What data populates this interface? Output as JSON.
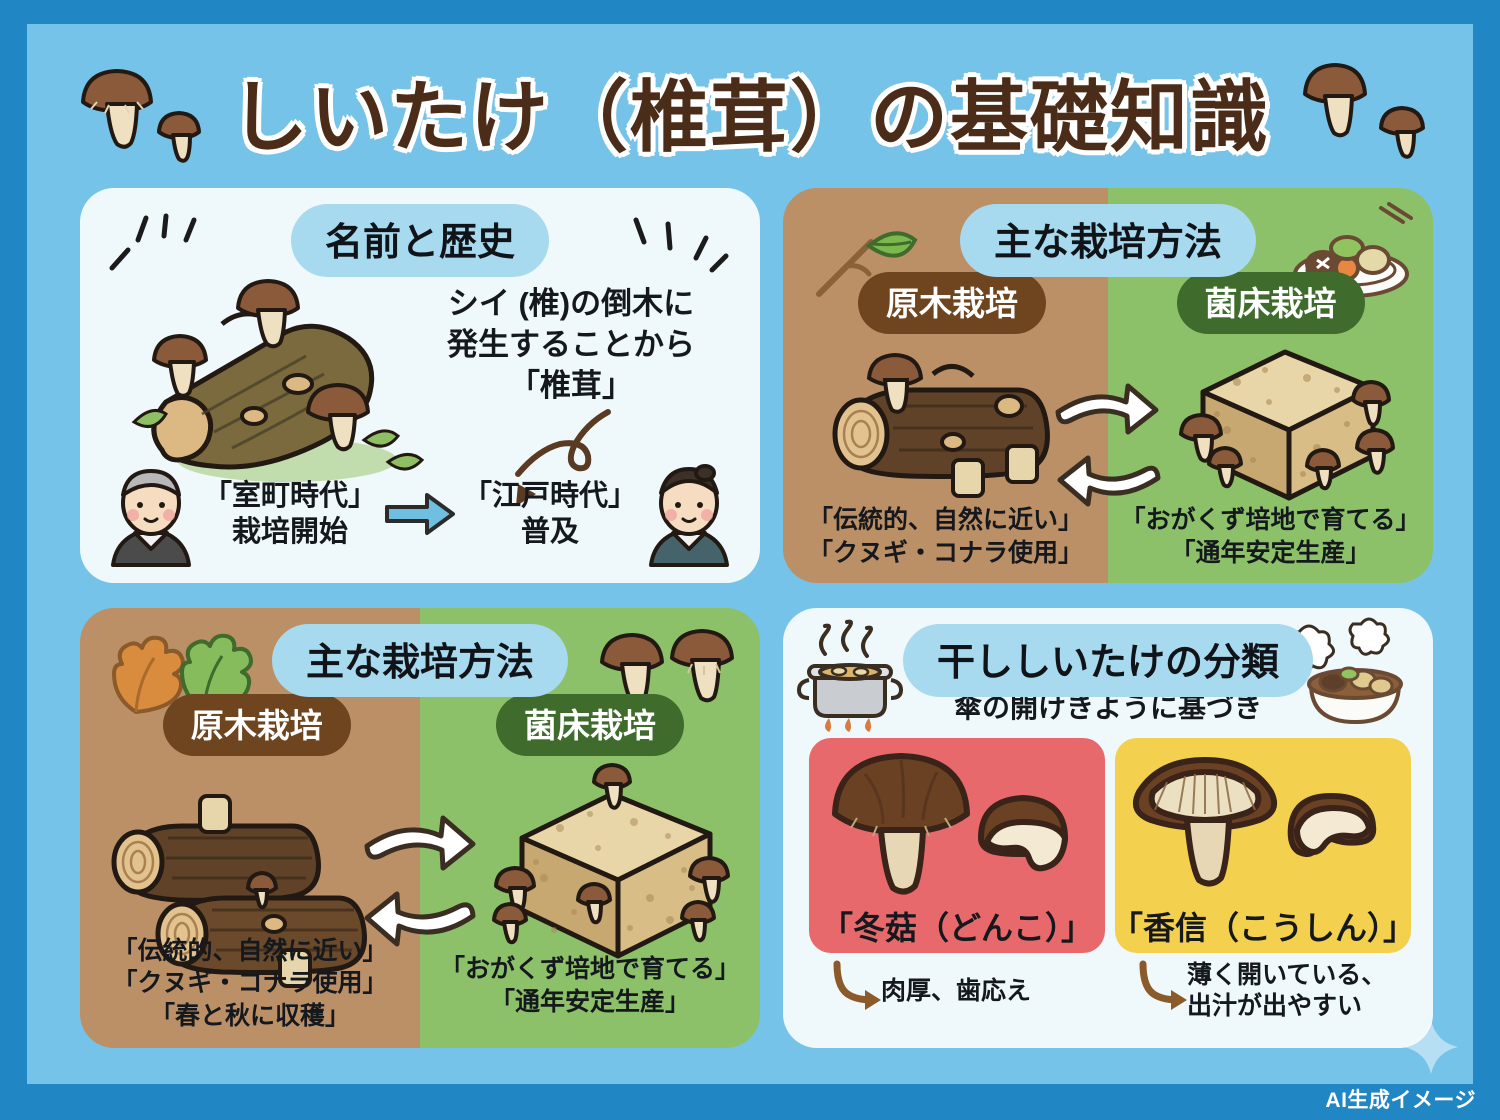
{
  "page": {
    "title": "しいたけ（椎茸）の基礎知識",
    "watermark": "AI生成イメージ",
    "colors": {
      "outer_border": "#2186c4",
      "inner_bg": "#76c3e9",
      "card_bg": "#eff8fa",
      "header_pill": "#a7d9ef",
      "brown_panel": "#bc9067",
      "green_panel": "#8cc16a",
      "brown_pill": "#6f4520",
      "green_pill": "#3f6b2d",
      "donko_panel": "#e8696c",
      "koushin_panel": "#f3d14e",
      "title_text": "#4a2c18"
    }
  },
  "cards": {
    "name_history": {
      "header": "名前と歴史",
      "description": "シイ（椎）の倒木に\n発生することから\n「椎茸」",
      "description_lines": [
        "シイ (椎)の倒木に",
        "発生することから",
        "「椎茸」"
      ],
      "timeline": {
        "left": {
          "era": "「室町時代」",
          "event": "栽培開始",
          "icon": "elder-monk-avatar"
        },
        "arrow": "blue-right-arrow",
        "right": {
          "era": "「江戸時代」",
          "event": "普及",
          "icon": "edo-man-avatar"
        }
      },
      "illustration": "log-with-shiitake-mushrooms"
    },
    "cultivation_top": {
      "header": "主な栽培方法",
      "decor_left": "branch-with-leaf-icon",
      "decor_right": "simmered-dish-plate-icon",
      "methods": [
        {
          "name": "原木栽培",
          "theme": "brown",
          "illustration": "single-log-with-spawn-plugs",
          "notes": [
            "「伝統的、自然に近い」",
            "「クヌギ・コナラ使用」"
          ]
        },
        {
          "name": "菌床栽培",
          "theme": "green",
          "illustration": "sawdust-block-with-mushrooms",
          "notes": [
            "「おがくず培地で育てる」",
            "「通年安定生産」"
          ]
        }
      ],
      "cycle_arrows": "two-curved-white-arrows"
    },
    "cultivation_bottom": {
      "header": "主な栽培方法",
      "decor_left": "two-oak-leaves-icon",
      "decor_right": "two-shiitake-mushrooms-icon",
      "methods": [
        {
          "name": "原木栽培",
          "theme": "brown",
          "illustration": "two-logs-with-spawn-plugs",
          "notes": [
            "「伝統的、自然に近い」",
            "「クヌギ・コナラ使用」",
            "「春と秋に収穫」"
          ]
        },
        {
          "name": "菌床栽培",
          "theme": "green",
          "illustration": "sawdust-block-with-mushrooms",
          "notes": [
            "「おがくず培地で育てる」",
            "「通年安定生産」"
          ]
        }
      ],
      "cycle_arrows": "two-curved-white-arrows"
    },
    "dried_classification": {
      "header": "干ししいたけの分類",
      "subtitle": "傘の開けきように基づき",
      "decor_left": "steaming-pot-icon",
      "decor_right": "simmered-bowl-icon",
      "grades": [
        {
          "name": "「冬菇（どんこ）」",
          "theme": "red",
          "illustration": "thick-closed-cap-shiitake",
          "note": "肉厚、歯応え"
        },
        {
          "name": "「香信（こうしん）」",
          "theme": "yellow",
          "illustration": "thin-open-cap-shiitake",
          "note_lines": [
            "薄く開いている、",
            "出汁が出やすい"
          ]
        }
      ]
    }
  }
}
